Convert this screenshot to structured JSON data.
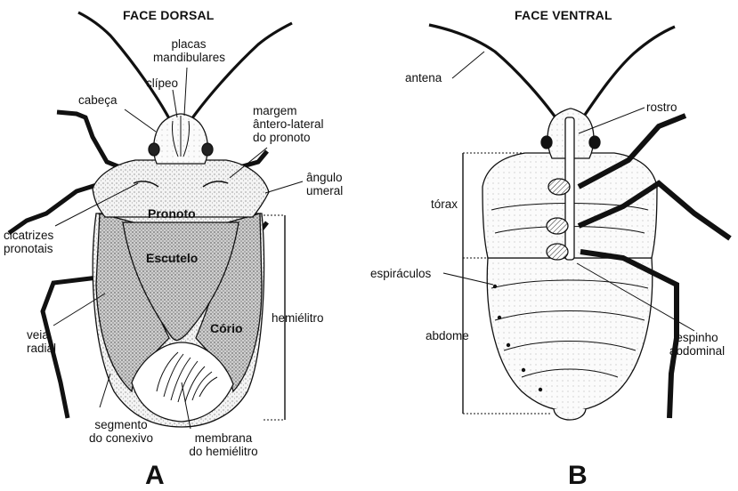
{
  "panels": {
    "a": {
      "heading": "FACE DORSAL",
      "letter": "A",
      "body_labels": {
        "pronoto": "Pronoto",
        "escutelo": "Escutelo",
        "corio": "Cório"
      },
      "labels": {
        "placas": "placas\nmandibulares",
        "clipeo": "clípeo",
        "cabeca": "cabeça",
        "margem": "margem\nântero-lateral\ndo pronoto",
        "angulo": "ângulo\numeral",
        "cicatrizes": "cicatrizes\npronotais",
        "hemielitro": "hemiélitro",
        "veia": "veia\nradial",
        "segmento": "segmento\ndo conexivo",
        "membrana": "membrana\ndo hemiélitro"
      }
    },
    "b": {
      "heading": "FACE VENTRAL",
      "letter": "B",
      "labels": {
        "antena": "antena",
        "rostro": "rostro",
        "torax": "tórax",
        "espiraculos": "espiráculos",
        "abdome": "abdome",
        "espinho": "espinho\nabdominal"
      }
    }
  }
}
